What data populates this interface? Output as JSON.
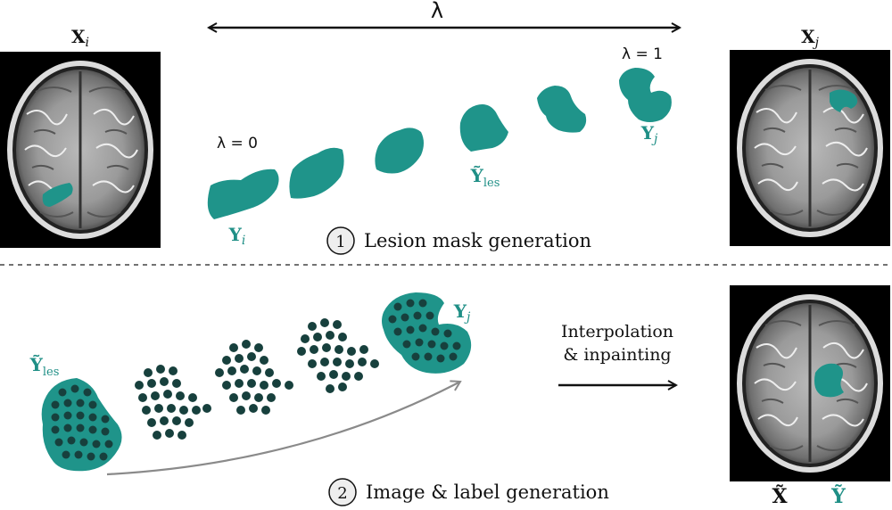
{
  "colors": {
    "lesion": "#1f948a",
    "lesion_dark": "#1a7f77",
    "dot": "#17403d",
    "arrow_gray": "#8a8a8a",
    "divider": "#444444",
    "brain_bg": "#000000"
  },
  "top": {
    "lambda_symbol": "λ",
    "lambda_start": "λ = 0",
    "lambda_end": "λ = 1",
    "image_left_label": "X",
    "image_left_sub": "i",
    "image_right_label": "X",
    "image_right_sub": "j",
    "mask_start_label": "Y",
    "mask_start_sub": "i",
    "mask_end_label": "Y",
    "mask_end_sub": "j",
    "mask_mid_label": "Ỹ",
    "mask_mid_sub": "les",
    "step_number": "1",
    "step_title": "Lesion mask generation"
  },
  "bottom": {
    "source_label": "Ỹ",
    "source_sub": "les",
    "target_label": "Y",
    "target_sub": "j",
    "process_line1": "Interpolation",
    "process_line2": "& inpainting",
    "output_image_label": "X̃",
    "output_mask_label": "Ỹ",
    "step_number": "2",
    "step_title": "Image & label generation"
  },
  "icons": {
    "lambda_arrow": "double-headed-arrow-icon",
    "process_arrow": "right-arrow-icon",
    "flow_arrow": "curved-arrow-icon"
  }
}
